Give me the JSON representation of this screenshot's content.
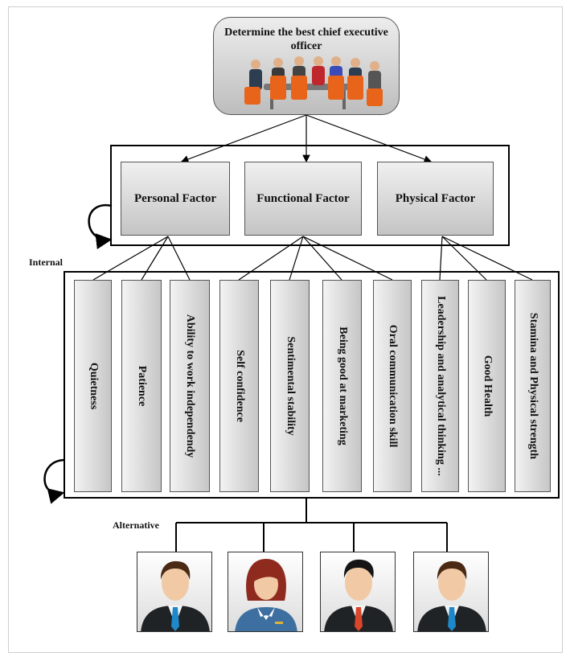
{
  "goal": {
    "text": "Determine the best chief executive officer",
    "icon": "meeting-table-icon"
  },
  "factors": [
    {
      "label": "Personal Factor"
    },
    {
      "label": "Functional Factor"
    },
    {
      "label": "Physical Factor"
    }
  ],
  "labels": {
    "internal": "Internal",
    "alternative": "Alternative"
  },
  "criteria": [
    {
      "label": "Quietness",
      "factor": "Personal Factor"
    },
    {
      "label": "Patience",
      "factor": "Personal Factor"
    },
    {
      "label": "Ability to work independendy",
      "factor": "Personal Factor"
    },
    {
      "label": "Self confidence",
      "factor": "Functional Factor"
    },
    {
      "label": "Sentimental stability",
      "factor": "Functional Factor"
    },
    {
      "label": "Being good at marketing",
      "factor": "Functional Factor"
    },
    {
      "label": "Oral communication skill",
      "factor": "Functional Factor"
    },
    {
      "label": "Leadership and analytical thinking ...",
      "factor": "Physical Factor"
    },
    {
      "label": "Good Health",
      "factor": "Physical Factor"
    },
    {
      "label": "Stamina and Physical strength",
      "factor": "Physical Factor"
    }
  ],
  "alternatives": [
    {
      "icon": "businessman-icon",
      "tie": "#1e88c8"
    },
    {
      "icon": "businesswoman-icon",
      "tie": "#3d6fa0"
    },
    {
      "icon": "businessman-icon",
      "tie": "#d9462a"
    },
    {
      "icon": "businessman-icon",
      "tie": "#1e88c8"
    }
  ],
  "colors": {
    "box_fill_top": "#f0f0f0",
    "box_fill_bottom": "#c4c4c4",
    "line": "#000000"
  }
}
